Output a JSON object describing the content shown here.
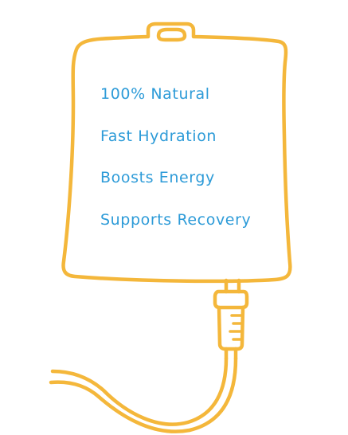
{
  "benefits": {
    "items": [
      "100% Natural",
      "Fast Hydration",
      "Boosts Energy",
      "Supports Recovery"
    ]
  },
  "colors": {
    "outline": "#F4B73B",
    "text": "#2D9BD8",
    "background": "#FFFFFF"
  },
  "illustration": {
    "subject": "iv-drip-bag-icon"
  }
}
